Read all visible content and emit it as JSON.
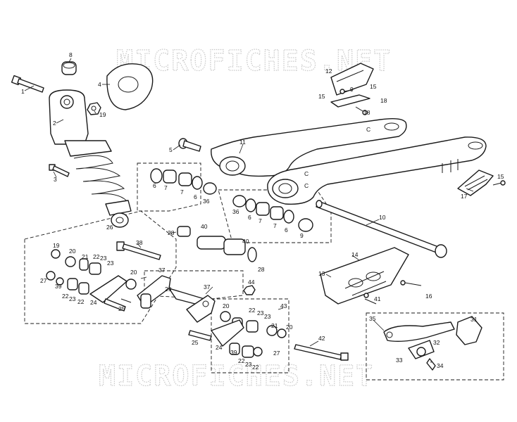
{
  "watermark": {
    "text": "MICROFICHES.NET"
  },
  "callouts": [
    {
      "label": "1"
    },
    {
      "label": "2"
    },
    {
      "label": "3"
    },
    {
      "label": "4"
    },
    {
      "label": "5"
    },
    {
      "label": "6"
    },
    {
      "label": "6"
    },
    {
      "label": "6"
    },
    {
      "label": "6"
    },
    {
      "label": "7"
    },
    {
      "label": "7"
    },
    {
      "label": "7"
    },
    {
      "label": "7"
    },
    {
      "label": "8"
    },
    {
      "label": "9"
    },
    {
      "label": "9"
    },
    {
      "label": "10"
    },
    {
      "label": "11"
    },
    {
      "label": "12"
    },
    {
      "label": "13"
    },
    {
      "label": "14"
    },
    {
      "label": "15"
    },
    {
      "label": "15"
    },
    {
      "label": "15"
    },
    {
      "label": "16"
    },
    {
      "label": "17"
    },
    {
      "label": "18"
    },
    {
      "label": "18"
    },
    {
      "label": "19"
    },
    {
      "label": "19"
    },
    {
      "label": "20"
    },
    {
      "label": "20"
    },
    {
      "label": "20"
    },
    {
      "label": "20"
    },
    {
      "label": "21"
    },
    {
      "label": "21"
    },
    {
      "label": "22"
    },
    {
      "label": "22"
    },
    {
      "label": "22"
    },
    {
      "label": "22"
    },
    {
      "label": "22"
    },
    {
      "label": "22"
    },
    {
      "label": "23"
    },
    {
      "label": "23"
    },
    {
      "label": "23"
    },
    {
      "label": "23"
    },
    {
      "label": "23"
    },
    {
      "label": "23"
    },
    {
      "label": "24"
    },
    {
      "label": "24"
    },
    {
      "label": "25"
    },
    {
      "label": "25"
    },
    {
      "label": "26"
    },
    {
      "label": "27"
    },
    {
      "label": "27"
    },
    {
      "label": "28"
    },
    {
      "label": "28"
    },
    {
      "label": "29"
    },
    {
      "label": "31"
    },
    {
      "label": "32"
    },
    {
      "label": "33"
    },
    {
      "label": "34"
    },
    {
      "label": "35"
    },
    {
      "label": "36"
    },
    {
      "label": "36"
    },
    {
      "label": "37"
    },
    {
      "label": "37"
    },
    {
      "label": "38"
    },
    {
      "label": "39"
    },
    {
      "label": "39"
    },
    {
      "label": "40"
    },
    {
      "label": "40"
    },
    {
      "label": "41"
    },
    {
      "label": "42"
    },
    {
      "label": "43"
    },
    {
      "label": "44"
    }
  ]
}
